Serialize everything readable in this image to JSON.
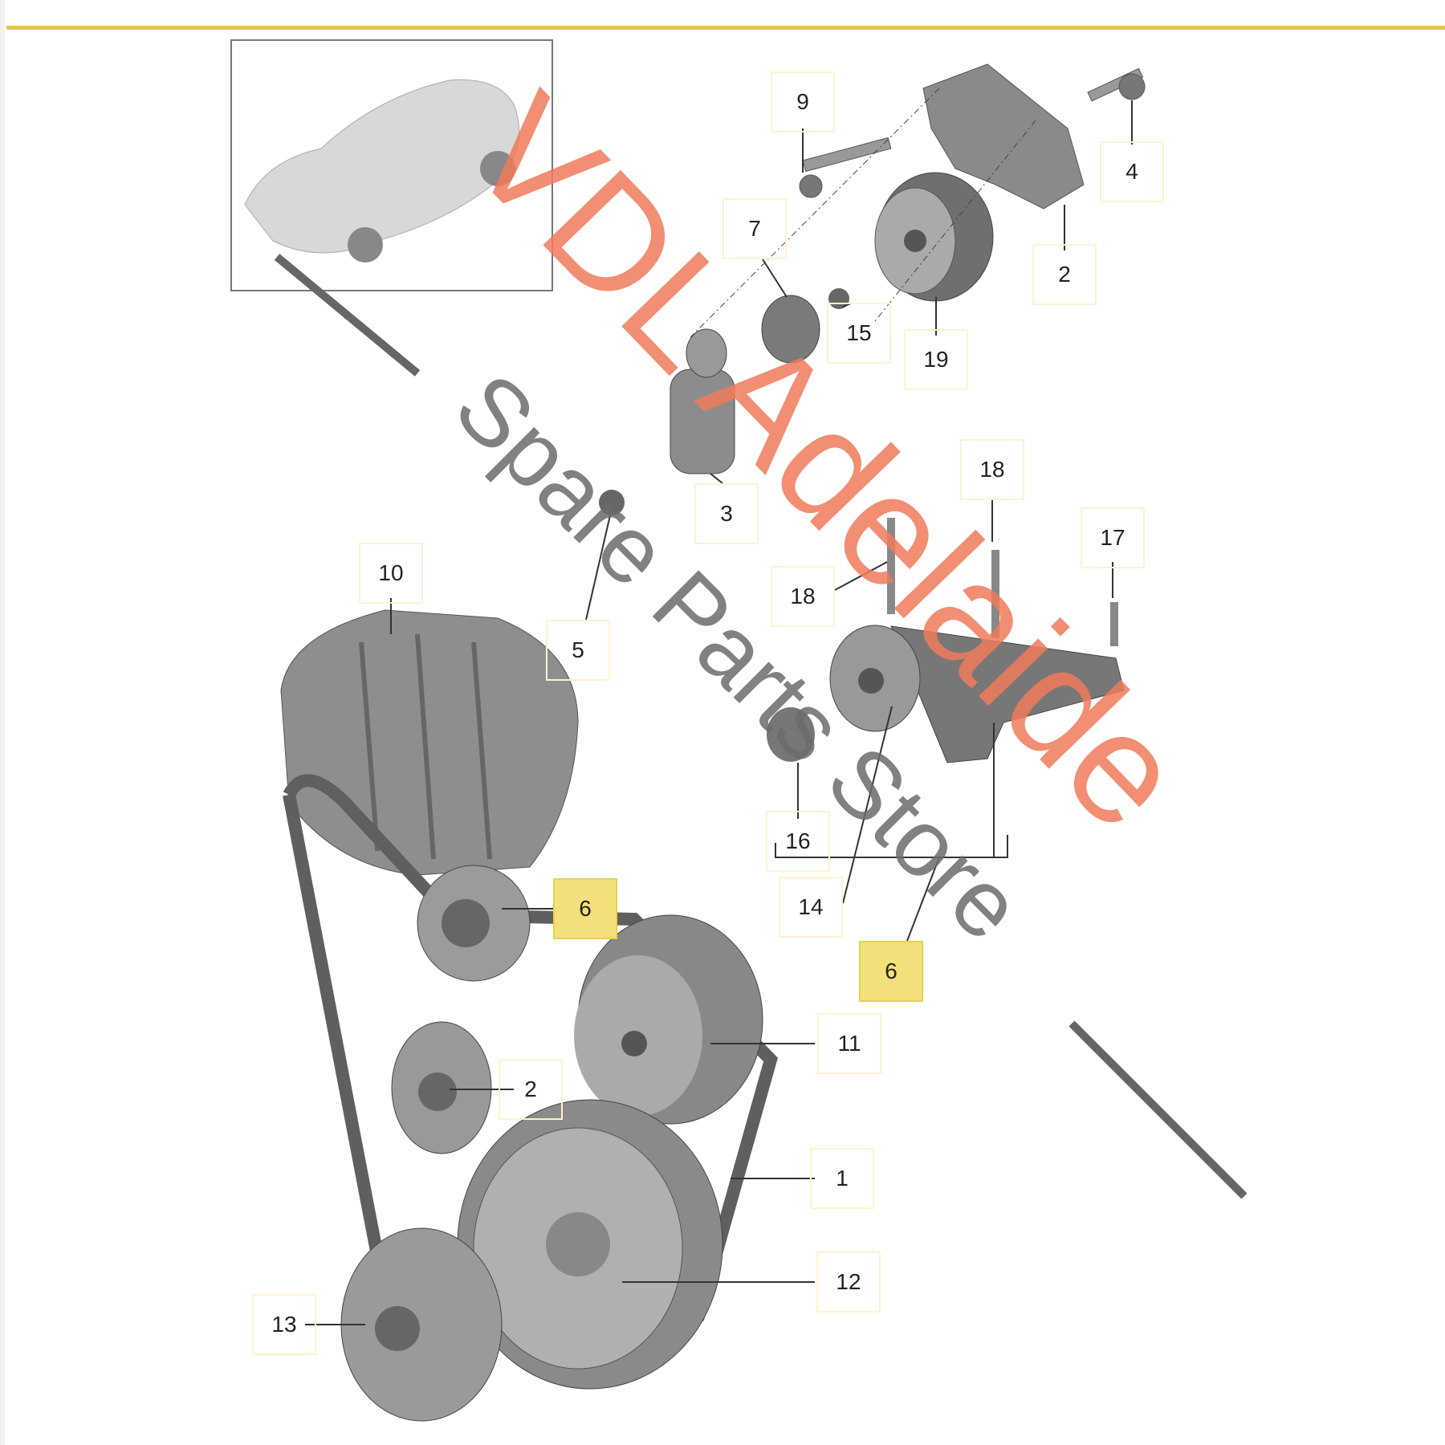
{
  "diagram": {
    "callouts": [
      {
        "id": "c9",
        "text": "9",
        "highlight": false
      },
      {
        "id": "c4",
        "text": "4",
        "highlight": false
      },
      {
        "id": "c2a",
        "text": "2",
        "highlight": false
      },
      {
        "id": "c15",
        "text": "15",
        "highlight": false
      },
      {
        "id": "c19",
        "text": "19",
        "highlight": false
      },
      {
        "id": "c7",
        "text": "7",
        "highlight": false
      },
      {
        "id": "c3",
        "text": "3",
        "highlight": false
      },
      {
        "id": "c5",
        "text": "5",
        "highlight": false
      },
      {
        "id": "c18a",
        "text": "18",
        "highlight": false
      },
      {
        "id": "c18b",
        "text": "18",
        "highlight": false
      },
      {
        "id": "c17",
        "text": "17",
        "highlight": false
      },
      {
        "id": "c10",
        "text": "10",
        "highlight": false
      },
      {
        "id": "c16",
        "text": "16",
        "highlight": false
      },
      {
        "id": "c14",
        "text": "14",
        "highlight": false
      },
      {
        "id": "c6a",
        "text": "6",
        "highlight": true
      },
      {
        "id": "c6b",
        "text": "6",
        "highlight": true
      },
      {
        "id": "c11",
        "text": "11",
        "highlight": false
      },
      {
        "id": "c2b",
        "text": "2",
        "highlight": false
      },
      {
        "id": "c1",
        "text": "1",
        "highlight": false
      },
      {
        "id": "c12",
        "text": "12",
        "highlight": false
      },
      {
        "id": "c13",
        "text": "13",
        "highlight": false
      }
    ]
  },
  "watermark": {
    "brand": "VDL Adelaide",
    "tagline": "Spare Parts Store",
    "brand_color": "#f07a5a",
    "tagline_color": "#6b6b6b"
  },
  "colors": {
    "accent_bar": "#e1c54e",
    "highlight": "#f4e07a"
  }
}
